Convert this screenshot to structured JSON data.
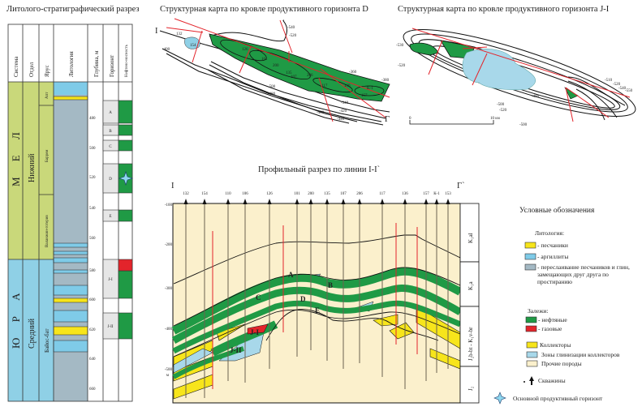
{
  "column": {
    "title": "Литолого-стратиграфический разрез",
    "headers": [
      "Система",
      "Отдел",
      "Ярус",
      "Литология",
      "Глубина, м",
      "Горизонт",
      "Нефтено-носность"
    ],
    "systems": [
      "М Е Л",
      "Ю Р А"
    ],
    "series": [
      "Нижний",
      "Средний"
    ],
    "stages": [
      "Апт",
      "Баррем",
      "Валанжин-готерив",
      "Байос-бат"
    ],
    "depths": [
      "480",
      "500",
      "520",
      "540",
      "560",
      "580",
      "600",
      "620",
      "640",
      "660"
    ],
    "horizons": [
      "A",
      "B",
      "C",
      "D",
      "E",
      "J-I",
      "J-II"
    ]
  },
  "map_d": {
    "title": "Структурная карта по кровле продуктивного горизонта D",
    "line_start": "I",
    "line_end": "Г",
    "wells": [
      "132",
      "154",
      "126",
      "101",
      "200",
      "135",
      "107",
      "206",
      "117",
      "136",
      "157",
      "K-1"
    ],
    "contours": [
      "-400",
      "-500",
      "-480",
      "-460",
      "-540",
      "-520",
      "-380",
      "-360",
      "-340",
      "-420",
      "-440"
    ]
  },
  "map_j": {
    "title": "Структурная карта по кровле продуктивного горизонта J-I",
    "contours": [
      "-530",
      "-520",
      "-500",
      "-520",
      "-480",
      "-500",
      "-510",
      "-520",
      "-540",
      "-550"
    ],
    "scale": [
      "0",
      "10 км"
    ]
  },
  "profile": {
    "title": "Профильный разрез по линии I-I`",
    "line_start": "I",
    "line_end": "Г`",
    "wells": [
      "132",
      "154",
      "110",
      "106",
      "126",
      "101",
      "200",
      "135",
      "107",
      "206",
      "117",
      "136",
      "157",
      "К-1",
      "153"
    ],
    "depths": [
      "-100",
      "-200",
      "-300",
      "-400",
      "-500"
    ],
    "depth_unit": "м",
    "layer_labels": [
      "A",
      "B",
      "C",
      "D",
      "E",
      "J-I",
      "J-II"
    ],
    "strat": [
      "K₁al",
      "K₁a",
      "J₂b-bt - K₁v-br",
      "J₂"
    ]
  },
  "legend": {
    "title": "Условные обозначения",
    "lithology_title": "Литология:",
    "lithology": [
      {
        "label": "- песчаники",
        "color": "#f7e51b"
      },
      {
        "label": "- аргиллиты",
        "color": "#7fcbe8"
      },
      {
        "label": "- переслаивание песчаников и глин, замещающих друг друга по простиранию",
        "color": "#a4b9c4"
      }
    ],
    "deposits_title": "Залежи:",
    "deposits": [
      {
        "label": "- нефтяные",
        "color": "#1f9a45"
      },
      {
        "label": "- газовые",
        "color": "#e3242b"
      }
    ],
    "other": [
      {
        "label": "Коллекторы",
        "color": "#f7e51b"
      },
      {
        "label": "Зоны глинизации коллекторов",
        "color": "#a8d8ea"
      },
      {
        "label": "Прочие породы",
        "color": "#fbf0cc"
      }
    ],
    "wells": "Скважины",
    "main_horizon": "Основной продуктивный горизонт"
  }
}
